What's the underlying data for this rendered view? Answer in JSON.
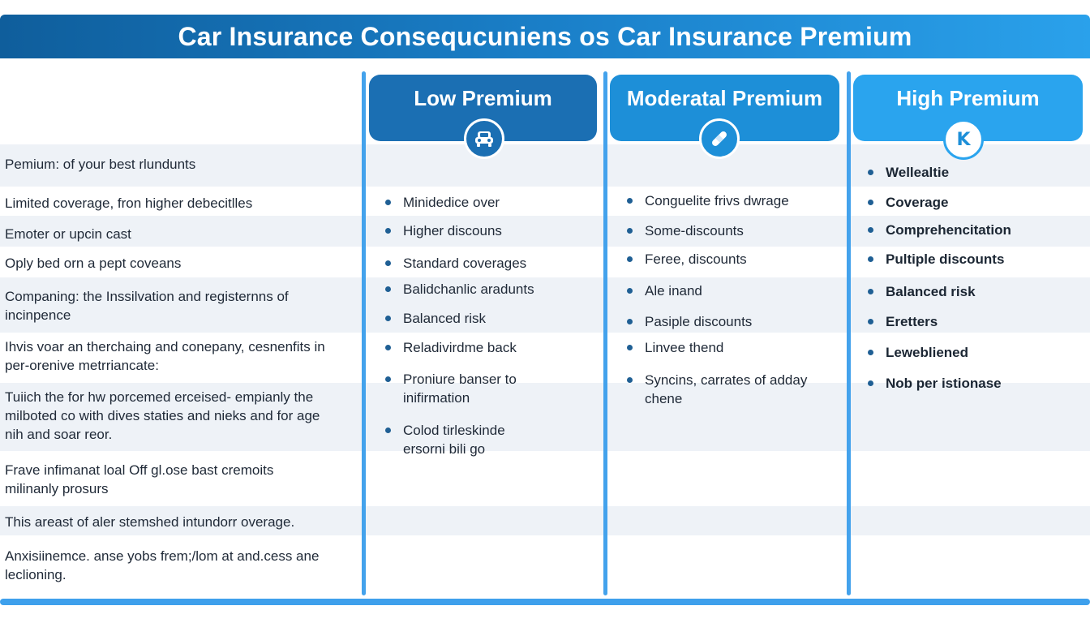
{
  "title": "Car Insurance Consequcuniens os Car Insurance Premium",
  "columns": [
    {
      "label": "Low Premium",
      "icon": "car-icon"
    },
    {
      "label": "Moderatal Premium",
      "icon": "bandage-icon"
    },
    {
      "label": "High Premium",
      "icon": "k-letter-icon",
      "icon_glyph": "K"
    }
  ],
  "rows": [
    "Pemium: of your best rlundunts",
    "Limited coverage, fron higher debecitlles",
    "Emoter or upcin cast",
    "Oply bed orn a pept coveans",
    "Companing: the Inssilvation and registernns of incinpence",
    "Ihvis voar an therchaing and conepany, cesnenfits in per-orenive metrriancate:",
    "Tuiich the for hw porcemed erceised- empianly the milboted co with dives staties and nieks and for age nih and soar reor.",
    "Frave infimanat loal Off gl.ose bast cremoits milinanly prosurs",
    "This areast of aler stemshed intundorr overage.",
    "Anxisiinemce. anse yobs frem;/lom at and.cess ane leclioning."
  ],
  "low": [
    "Minidedice over",
    "Higher discouns",
    "Standard coverages",
    "Balidchanlic aradunts",
    "Balanced risk",
    "Reladivirdme back",
    "Proniure banser to inifirmation",
    "Colod tirleskinde ersorni bili go"
  ],
  "moderate": [
    "Conguelite frivs dwrage",
    "Some-discounts",
    "Ferее, discounts",
    "Ale inand",
    "Pasiple discounts",
    "Linvee thend",
    "Syncins, carrates of adday chene"
  ],
  "high": [
    "Wellealtie",
    "Coverage",
    "Comprehencitation",
    "Pultiple discounts",
    "Balanced risk",
    "Eretters",
    "Lewebliened",
    "Nob per istionase"
  ],
  "colors": {
    "title_start": "#0f5e9c",
    "title_end": "#2aa1eb",
    "low_header": "#1b6fb3",
    "moderate_header": "#1d8fd8",
    "high_header": "#2aa4ee",
    "divider": "#43a2ec"
  }
}
